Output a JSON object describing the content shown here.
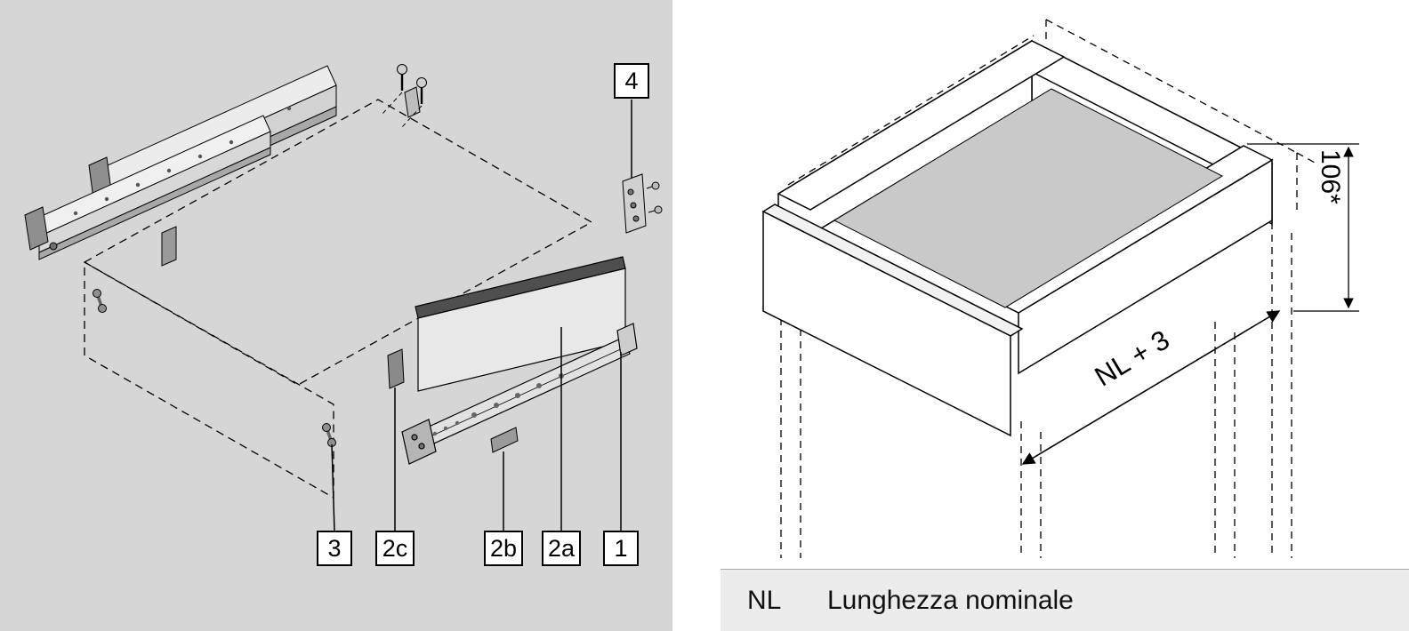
{
  "colors": {
    "left_panel_bg": "#d6d6d6",
    "right_panel_bg": "#ffffff",
    "legend_bg": "#ececec",
    "line": "#000000",
    "front_panel_dark_edge": "#4f4f4f",
    "drawer_bottom_gray": "#c9c9c9"
  },
  "left_panel": {
    "callouts": [
      {
        "label": "4"
      },
      {
        "label": "3"
      },
      {
        "label": "2c"
      },
      {
        "label": "2b"
      },
      {
        "label": "2a"
      },
      {
        "label": "1"
      }
    ]
  },
  "right_panel": {
    "dimension_height": "106*",
    "dimension_length": "NL + 3",
    "legend_abbr": "NL",
    "legend_text": "Lunghezza nominale"
  }
}
